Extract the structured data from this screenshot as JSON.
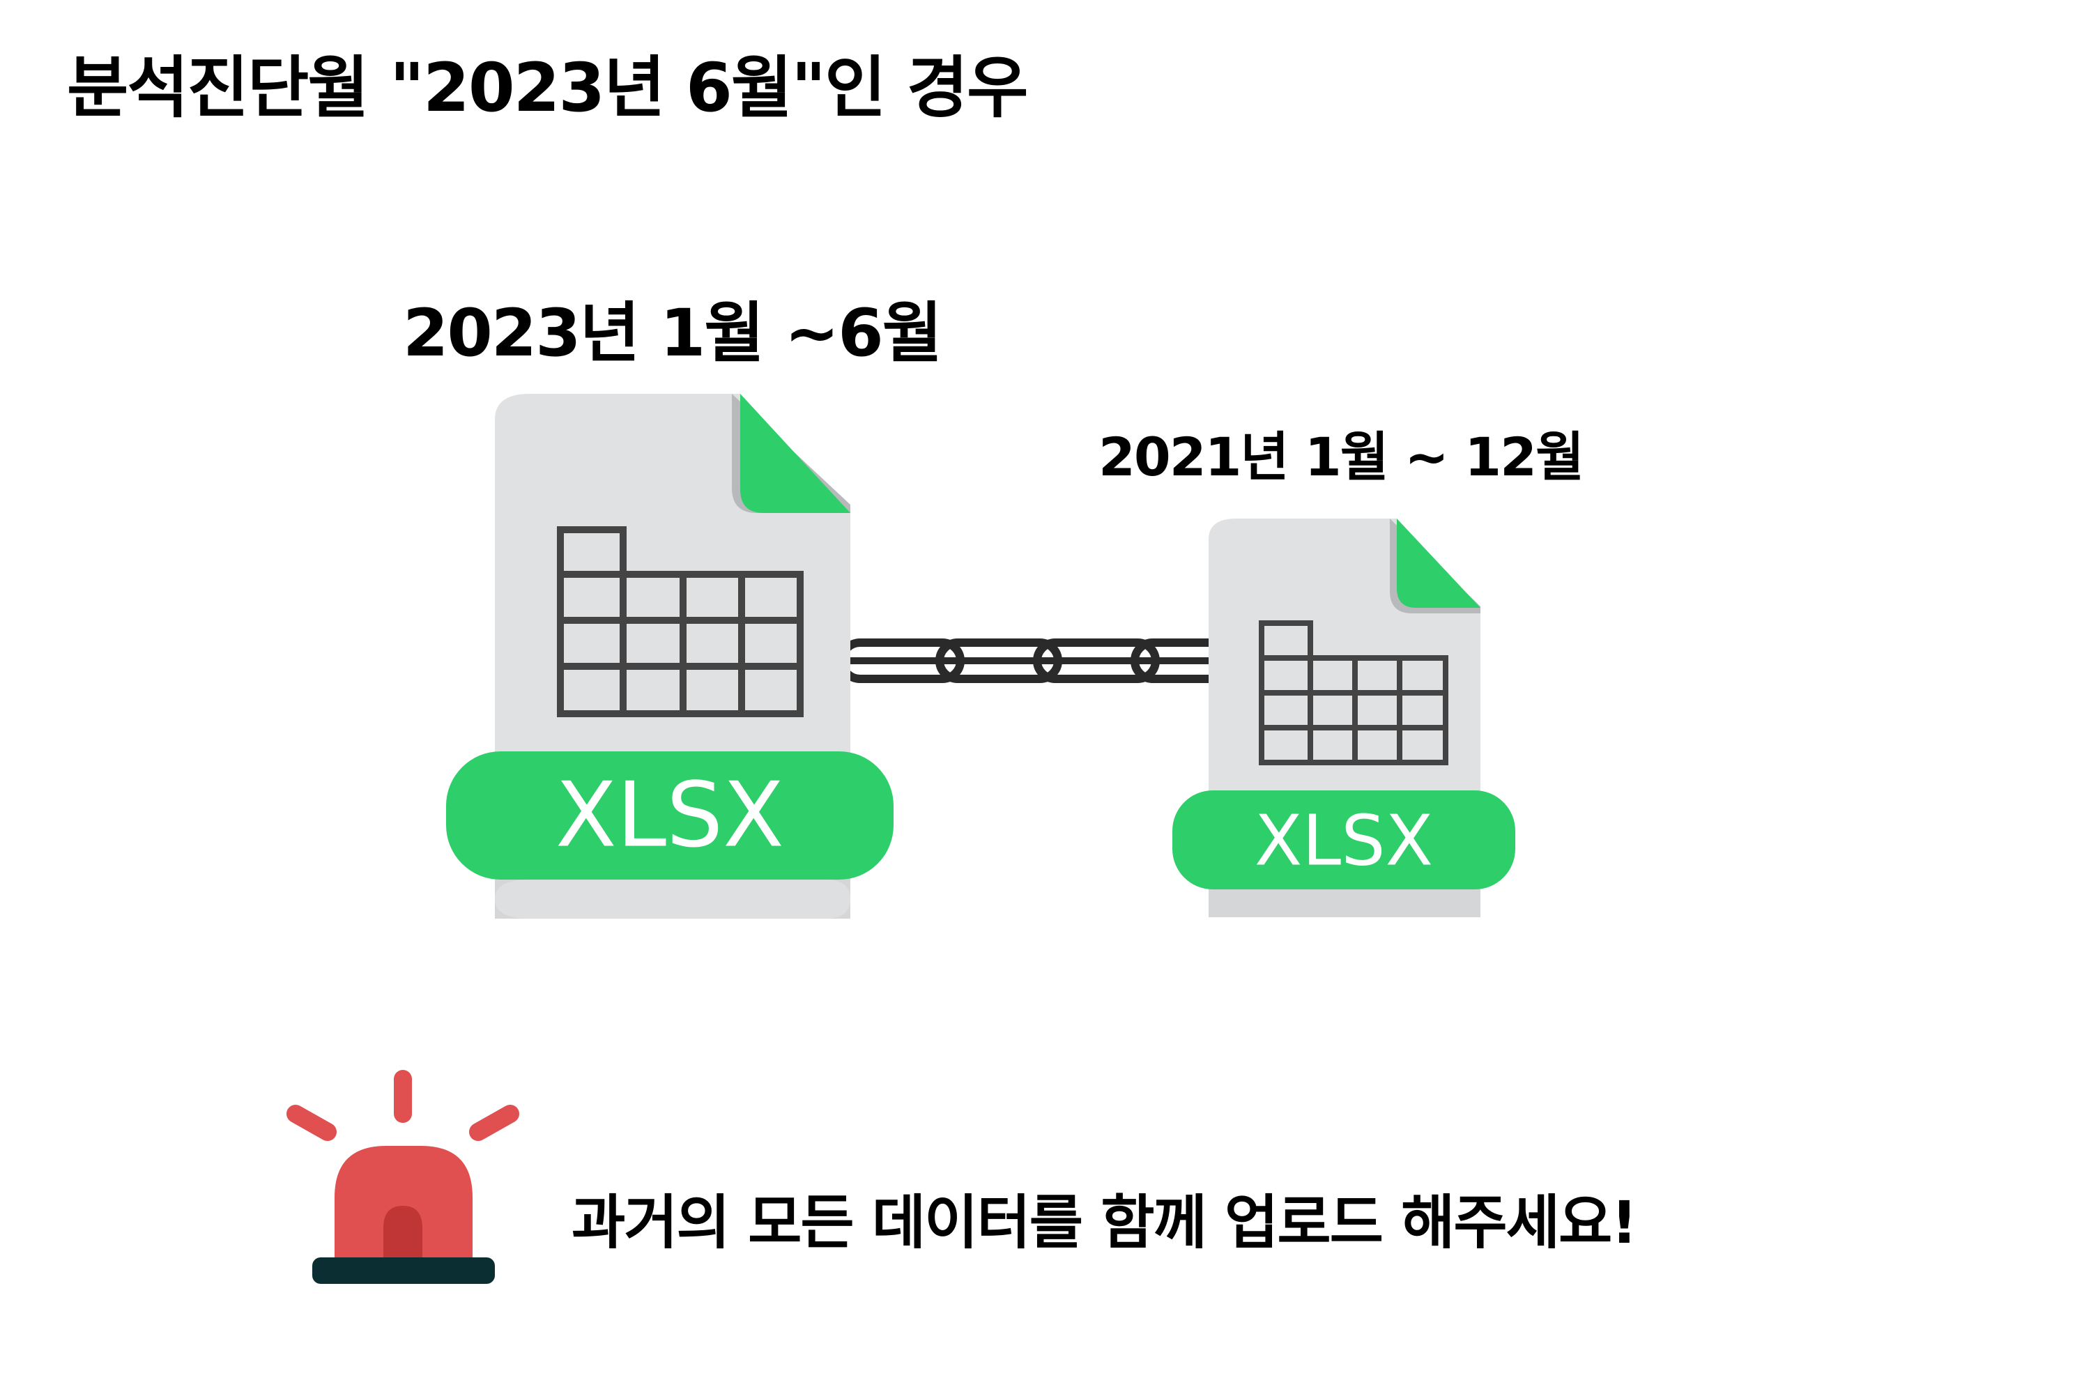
{
  "title": "분석진단월 \"2023년 6월\"인 경우",
  "files": [
    {
      "period_label": "2023년 1월 ~6월",
      "type_label": "XLSX"
    },
    {
      "period_label": "2021년 1월 ~ 12월",
      "type_label": "XLSX"
    }
  ],
  "notice": "과거의 모든 데이터를 함께 업로드 해주세요!",
  "colors": {
    "green": "#2ecf6b",
    "file_gray": "#e0e1e3",
    "file_shadow": "#b8b9bb",
    "grid": "#444444",
    "chain": "#2a2a2a",
    "siren_red": "#e05050",
    "siren_dark_red": "#c03535",
    "siren_base": "#0b2e33"
  },
  "icons": {
    "file_icon": "xlsx-file-icon",
    "link_icon": "chain-link-icon",
    "alert_icon": "siren-alarm-icon"
  }
}
